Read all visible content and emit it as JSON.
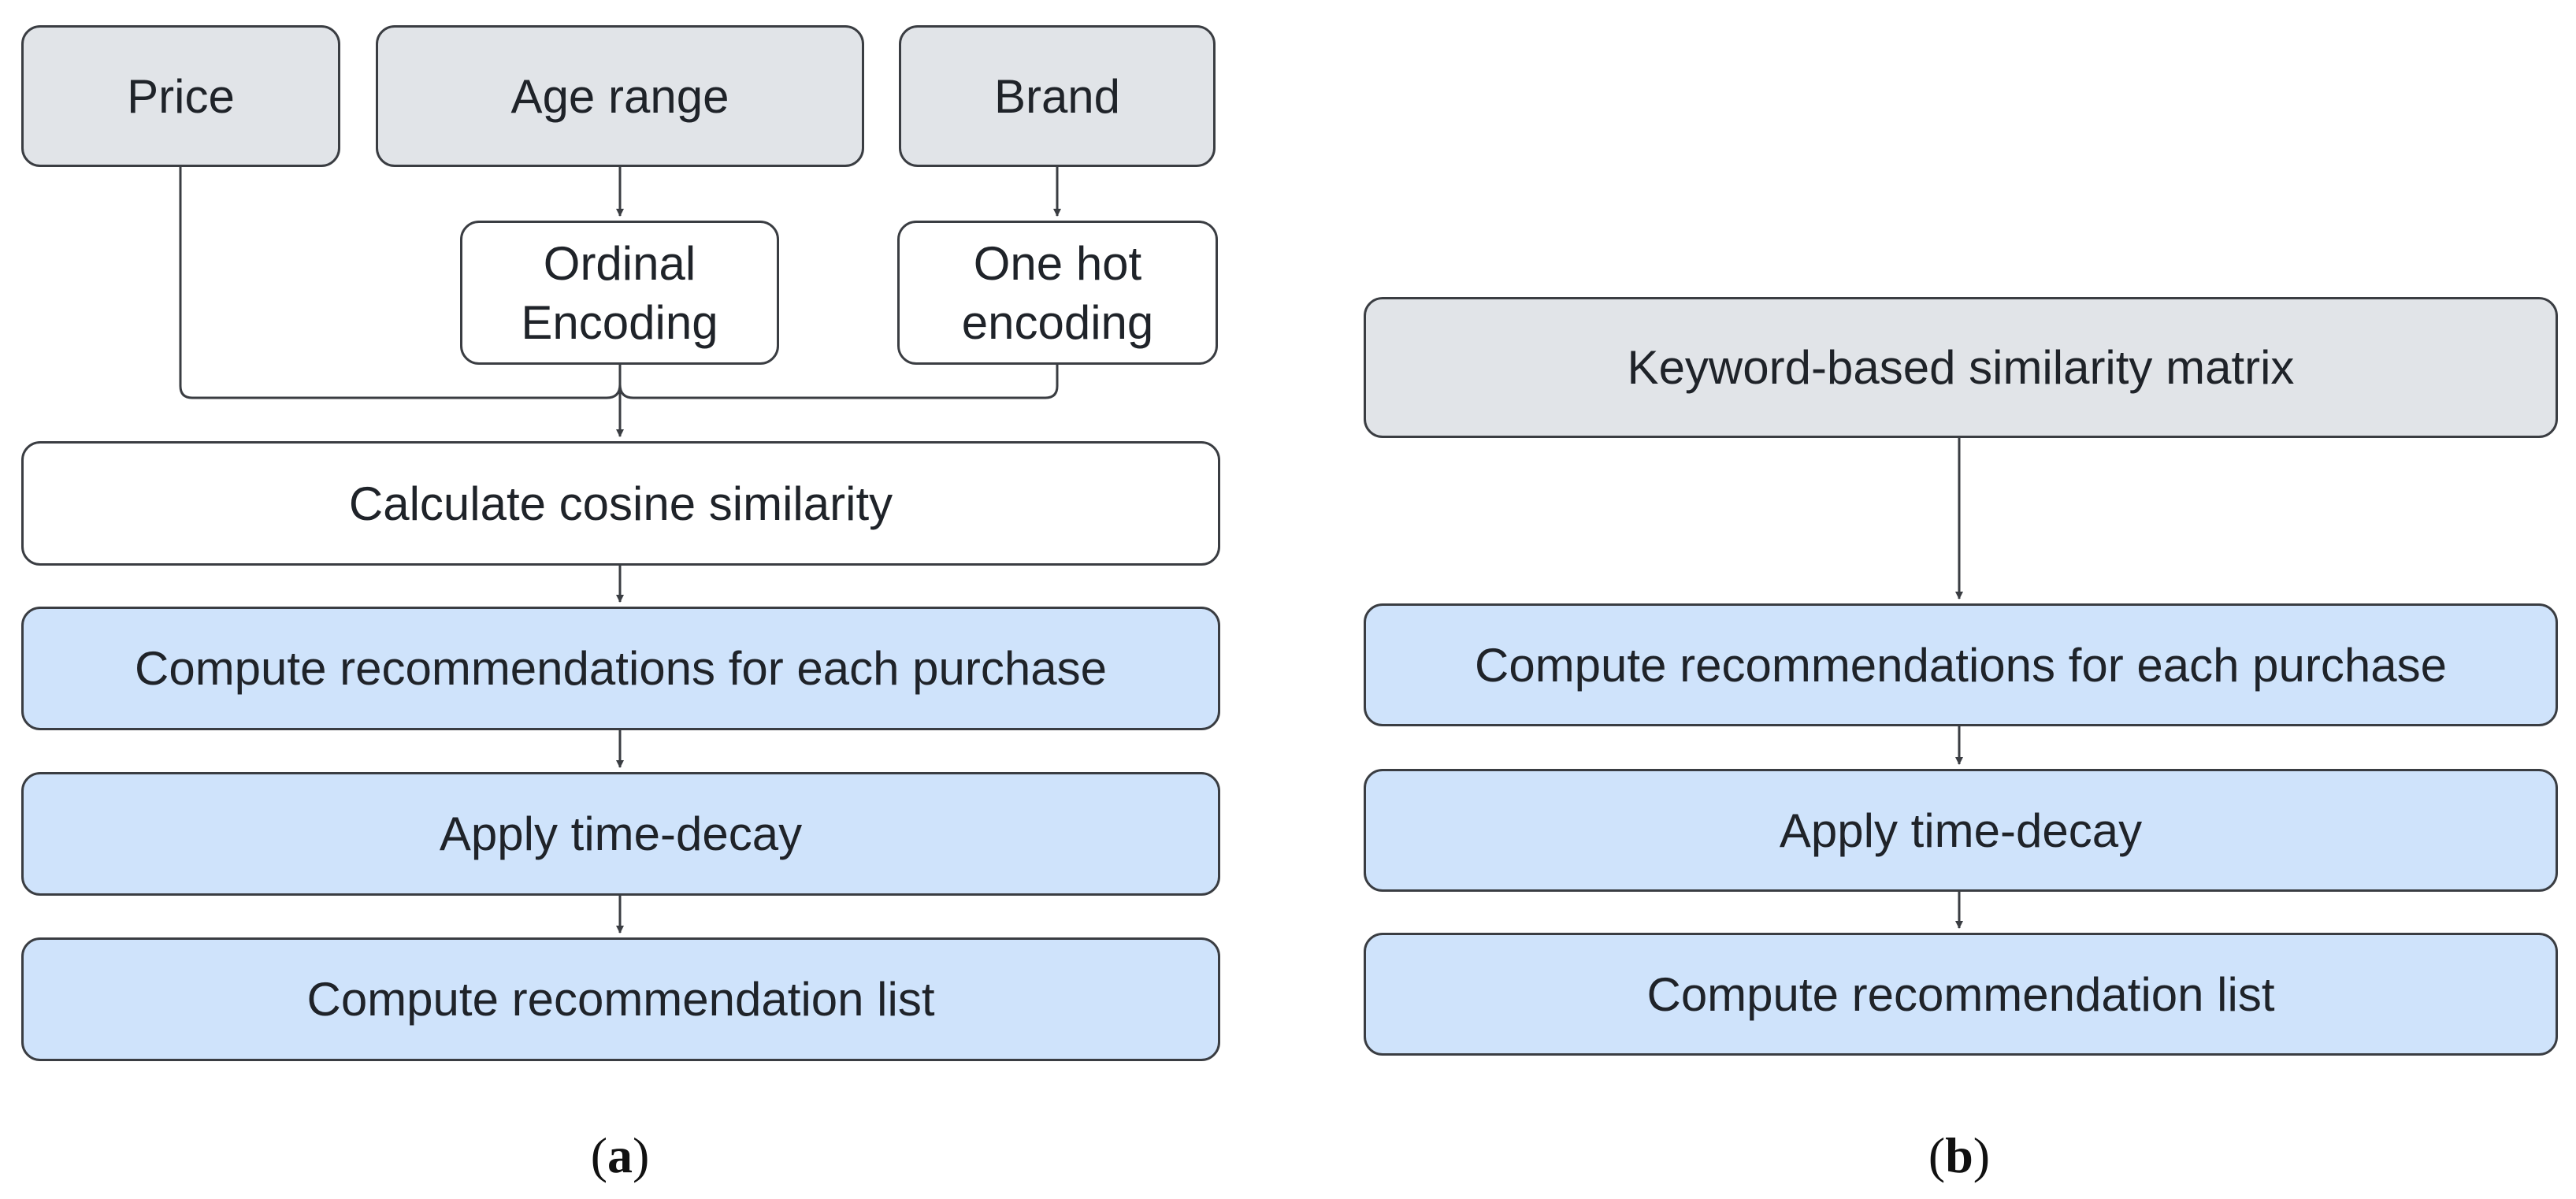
{
  "panel_a": {
    "inputs": {
      "price": "Price",
      "age_range": "Age range",
      "brand": "Brand"
    },
    "encoders": {
      "ordinal": "Ordinal\nEncoding",
      "one_hot": "One hot\nencoding"
    },
    "steps": {
      "cosine": "Calculate cosine similarity",
      "per_purchase": "Compute recommendations for each purchase",
      "time_decay": "Apply time-decay",
      "rec_list": "Compute recommendation list"
    },
    "caption_letter": "a"
  },
  "panel_b": {
    "matrix": "Keyword-based similarity matrix",
    "steps": {
      "per_purchase": "Compute recommendations for each purchase",
      "time_decay": "Apply time-decay",
      "rec_list": "Compute recommendation list"
    },
    "caption_letter": "b"
  },
  "colors": {
    "input_fill": "#e1e4e8",
    "step_fill": "#cfe3fb",
    "encoder_fill": "#ffffff",
    "stroke": "#3a3d42"
  }
}
